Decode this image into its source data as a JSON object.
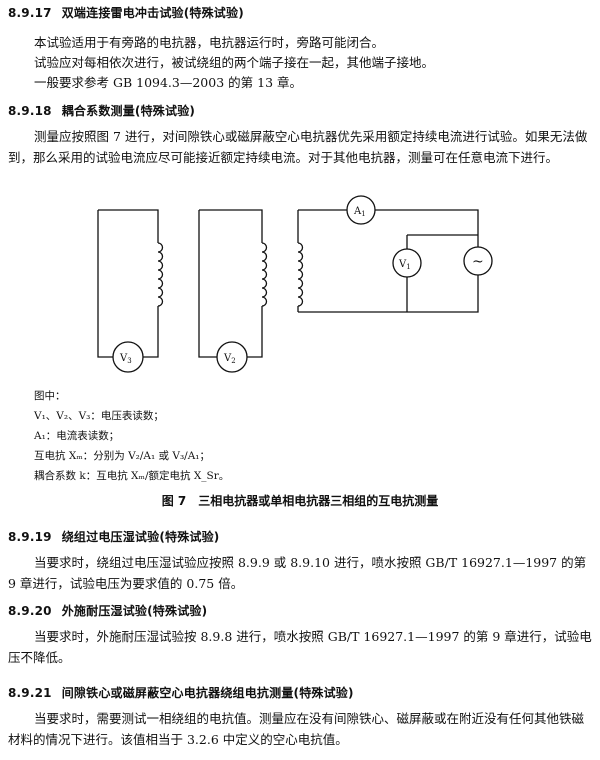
{
  "s817": {
    "num": "8.9.17",
    "title": "双端连接雷电冲击试验(特殊试验)",
    "lines": [
      "本试验适用于有旁路的电抗器，电抗器运行时，旁路可能闭合。",
      "试验应对每相依次进行，被试绕组的两个端子接在一起，其他端子接地。",
      "一般要求参考 GB 1094.3—2003 的第 13 章。"
    ]
  },
  "s818": {
    "num": "8.9.18",
    "title": "耦合系数测量(特殊试验)",
    "para": "测量应按照图 7 进行，对间隙铁心或磁屏蔽空心电抗器优先采用额定持续电流进行试验。如果无法做到，那么采用的试验电流应尽可能接近额定持续电流。对于其他电抗器，测量可在任意电流下进行。"
  },
  "figure": {
    "meters": {
      "v3": "V",
      "v3_sub": "3",
      "v2": "V",
      "v2_sub": "2",
      "a1": "A",
      "a1_sub": "1",
      "v1": "V",
      "v1_sub": "1",
      "source": "~"
    },
    "legend_title": "图中：",
    "legend": [
      "V₁、V₂、V₃：电压表读数；",
      "A₁：电流表读数；",
      "互电抗 Xₘ：分别为 V₂/A₁ 或 V₃/A₁；",
      "耦合系数 k：互电抗 Xₘ/额定电抗 X_Sr。"
    ],
    "caption": "图 7　三相电抗器或单相电抗器三相组的互电抗测量"
  },
  "s819": {
    "num": "8.9.19",
    "title": "绕组过电压湿试验(特殊试验)",
    "para": "当要求时，绕组过电压湿试验应按照 8.9.9 或 8.9.10 进行，喷水按照 GB/T 16927.1—1997 的第 9 章进行，试验电压为要求值的 0.75 倍。"
  },
  "s820": {
    "num": "8.9.20",
    "title": "外施耐压湿试验(特殊试验)",
    "para": "当要求时，外施耐压湿试验按 8.9.8 进行，喷水按照 GB/T 16927.1—1997 的第 9 章进行，试验电压不降低。"
  },
  "s821": {
    "num": "8.9.21",
    "title": "间隙铁心或磁屏蔽空心电抗器绕组电抗测量(特殊试验)",
    "para": "当要求时，需要测试一相绕组的电抗值。测量应在没有间隙铁心、磁屏蔽或在附近没有任何其他铁磁材料的情况下进行。该值相当于 3.2.6 中定义的空心电抗值。"
  }
}
